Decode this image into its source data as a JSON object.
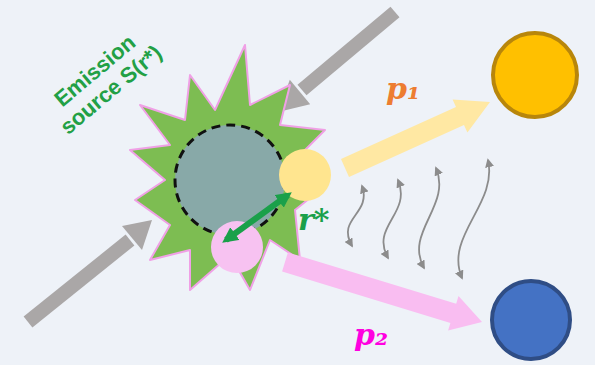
{
  "diagram": {
    "labels": [
      "Emission source S(r*)",
      "p₁",
      "p₂",
      "r*"
    ]
  }
}
